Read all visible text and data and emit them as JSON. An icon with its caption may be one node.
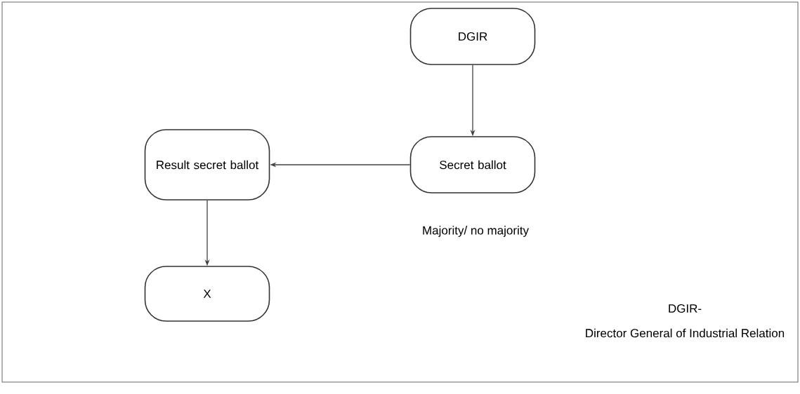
{
  "diagram": {
    "nodes": [
      {
        "text": [
          "DGIR"
        ]
      },
      {
        "text": [
          "Secret ballot"
        ]
      },
      {
        "text": [
          "Result secret ballot"
        ]
      },
      {
        "text": [
          "X"
        ]
      }
    ],
    "edges": [
      {
        "from": 0,
        "to": 1,
        "arrow": "to"
      },
      {
        "from": 1,
        "to": 2,
        "arrow": "to"
      },
      {
        "from": 2,
        "to": 3,
        "arrow": "to"
      }
    ],
    "labels": [
      "Majority/ no majority",
      "DGIR-",
      "Director General of Industrial Relation"
    ]
  }
}
